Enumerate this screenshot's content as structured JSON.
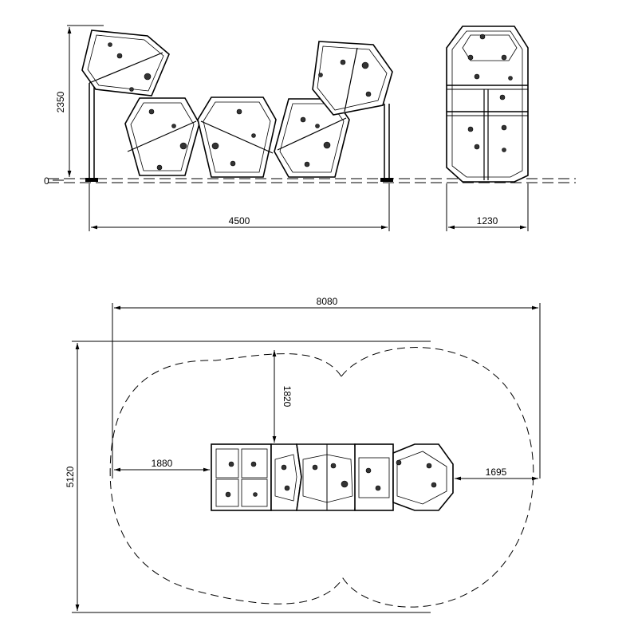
{
  "side_view": {
    "height_label": "2350",
    "ground_label": "0",
    "width_label": "4500"
  },
  "end_view": {
    "width_label": "1230"
  },
  "plan_view": {
    "overall_width_label": "8080",
    "overall_depth_label": "5120",
    "clearance_front_label": "1820",
    "clearance_left_label": "1880",
    "clearance_right_label": "1695"
  }
}
